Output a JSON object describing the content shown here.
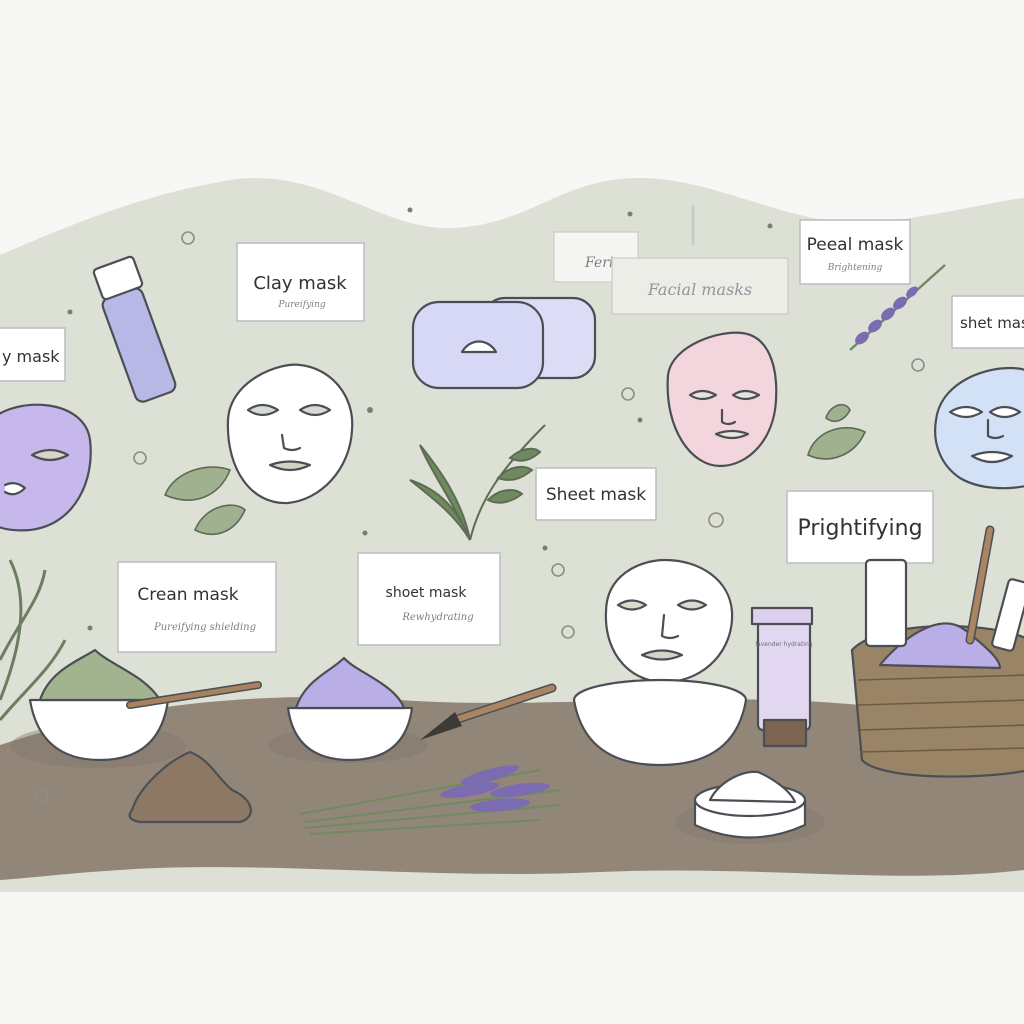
{
  "labels": {
    "clay_mask": "Clay mask",
    "clay_mask_sub": "Pureifying",
    "left_cut": "y mask",
    "peal_mask": "Peeal mask",
    "peal_mask_sub": "Brightening",
    "shet_mask_right": "shet mask",
    "sheet_mask": "Sheet mask",
    "prightifying": "Prightifying",
    "cream_mask": "Crean mask",
    "cream_mask_sub": "Pureifying shielding",
    "shoet_mask": "shoet mask",
    "shoet_mask_sub": "Rewhydrating",
    "small_card": "Feria",
    "title_faded": "Facial masks",
    "tube_text": "lavender hydrating"
  },
  "colors": {
    "backdrop": "#dcdfd3",
    "table": "#8b7f72",
    "lavender": "#b9aee6",
    "lavender_dark": "#7b6bb0",
    "clay_green": "#9fb191",
    "mud_brown": "#8d7866",
    "pink_mask": "#f3d6dd",
    "blue_mask": "#cddcf2",
    "purple_mask": "#c4b3ea",
    "basket": "#8a7557"
  },
  "icons": [
    "tube-icon",
    "mask-face-icon",
    "leaf-icon",
    "lavender-sprig-icon",
    "bowl-icon",
    "brush-icon",
    "jar-icon",
    "basket-icon"
  ]
}
